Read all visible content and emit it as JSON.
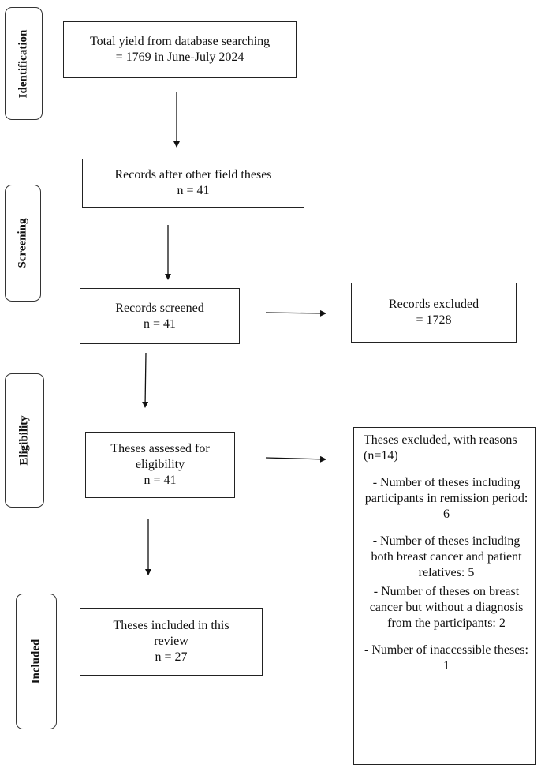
{
  "stages": {
    "identification": "Identification",
    "screening": "Screening",
    "eligibility": "Eligibility",
    "included": "Included"
  },
  "boxes": {
    "database_search": {
      "line1": "Total yield from database searching",
      "line2": "= 1769 in June-July 2024"
    },
    "other_field": {
      "line1": "Records after other field theses",
      "line2": "n = 41"
    },
    "screened": {
      "line1": "Records screened",
      "line2": "n = 41"
    },
    "records_excluded": {
      "line1": "Records excluded",
      "line2": "= 1728"
    },
    "assessed": {
      "line1": "Theses assessed for",
      "line2": "eligibility",
      "line3": "n = 41"
    },
    "included": {
      "word1": "Theses",
      "line1_rest": " included in this",
      "line2": "review",
      "line3": "n = 27"
    }
  },
  "theses_excluded": {
    "heading": "Theses excluded, with reasons (n=14)",
    "reasons": [
      "- Number of theses including participants in remission period: 6",
      "- Number of theses including both breast cancer and patient relatives: 5",
      "- Number of theses on breast cancer but without a diagnosis from the participants: 2",
      "- Number of inaccessible theses: 1"
    ]
  }
}
